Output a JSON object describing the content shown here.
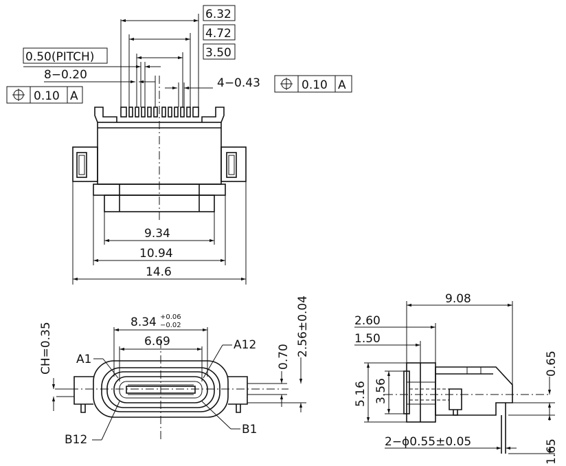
{
  "top_view": {
    "dim_632": "6.32",
    "dim_472": "4.72",
    "dim_350": "3.50",
    "pitch": "0.50(PITCH)",
    "pins_8": "8−0.20",
    "pins_4": "4−0.43",
    "tol_left": {
      "symbol": "⌖",
      "value": "0.10",
      "datum": "A"
    },
    "tol_right": {
      "symbol": "⌖",
      "value": "0.10",
      "datum": "A"
    },
    "dim_934": "9.34",
    "dim_1094": "10.94",
    "dim_146": "14.6"
  },
  "front_view": {
    "dim_834": "8.34",
    "dim_834_tol_plus": "+0.06",
    "dim_834_tol_minus": "−0.02",
    "dim_669": "6.69",
    "chamfer": "CH=0.35",
    "dim_070": "0.70",
    "dim_256": "2.56±0.04",
    "label_a1": "A1",
    "label_a12": "A12",
    "label_b12": "B12",
    "label_b1": "B1"
  },
  "side_view": {
    "dim_908": "9.08",
    "dim_260": "2.60",
    "dim_150": "1.50",
    "dim_516": "5.16",
    "dim_356": "3.56",
    "dim_065": "0.65",
    "dim_165": "1.65",
    "holes": "2−ϕ0.55±0.05"
  }
}
